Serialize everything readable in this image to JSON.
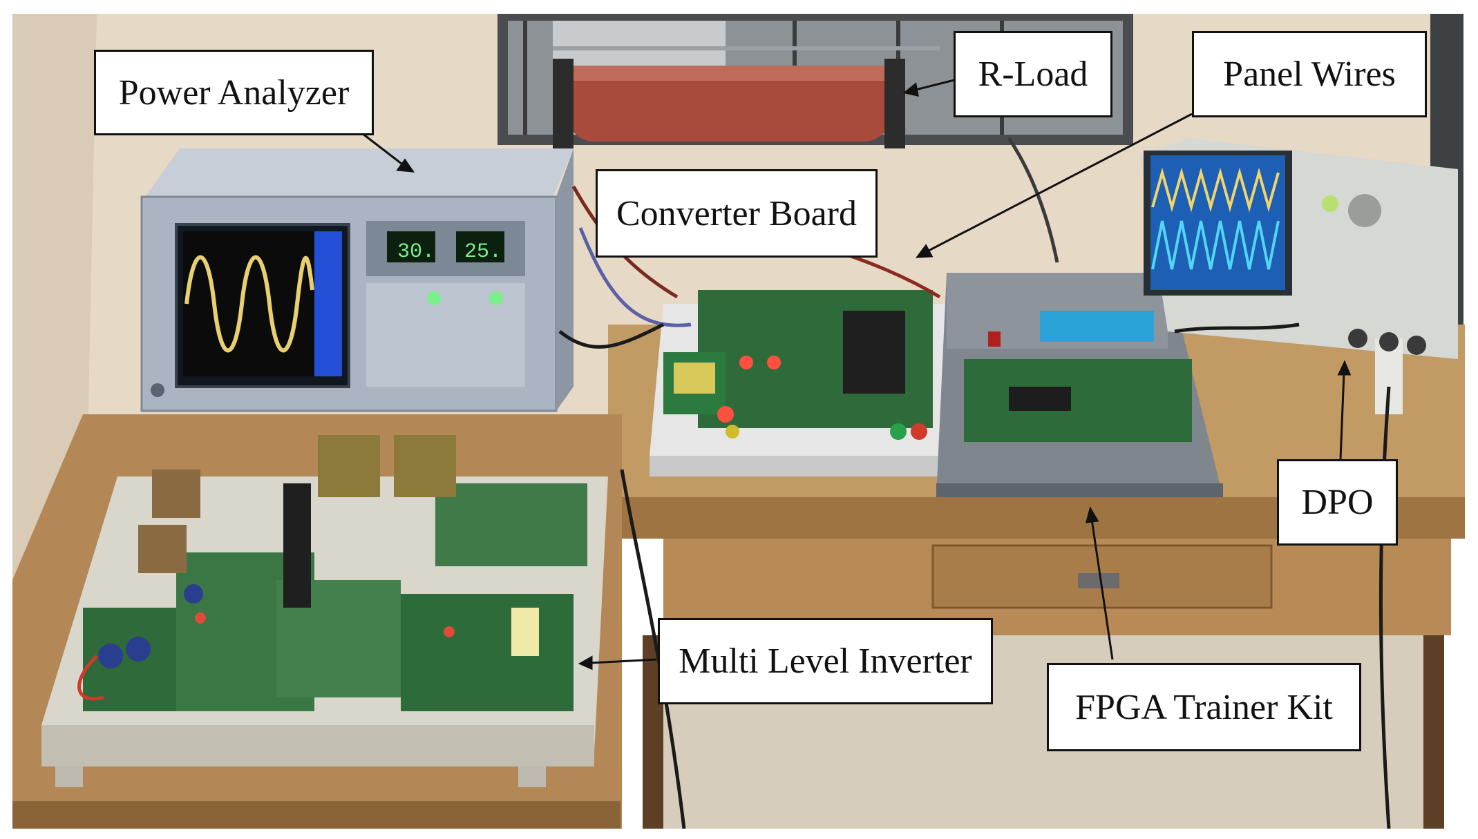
{
  "figure": {
    "labels": {
      "power_analyzer": "Power Analyzer",
      "r_load": "R-Load",
      "panel_wires": "Panel Wires",
      "converter_board": "Converter Board",
      "dpo": "DPO",
      "multi_level_inverter": "Multi Level Inverter",
      "fpga_trainer_kit": "FPGA Trainer Kit"
    },
    "instrument_readouts": {
      "analyzer_display_left": "30.",
      "analyzer_display_right": "25."
    },
    "colors": {
      "wall": "#e8dccb",
      "table_wood": "#b88a55",
      "analyzer_body": "#aab4c2",
      "scope_screen": "#1a3fb8",
      "waveform": "#e8d070",
      "pcb_green": "#2f6b3a",
      "resistor_red": "#a84a3c",
      "dpo_screen": "#1d5fb5",
      "trainer_grey": "#6a7178"
    }
  }
}
